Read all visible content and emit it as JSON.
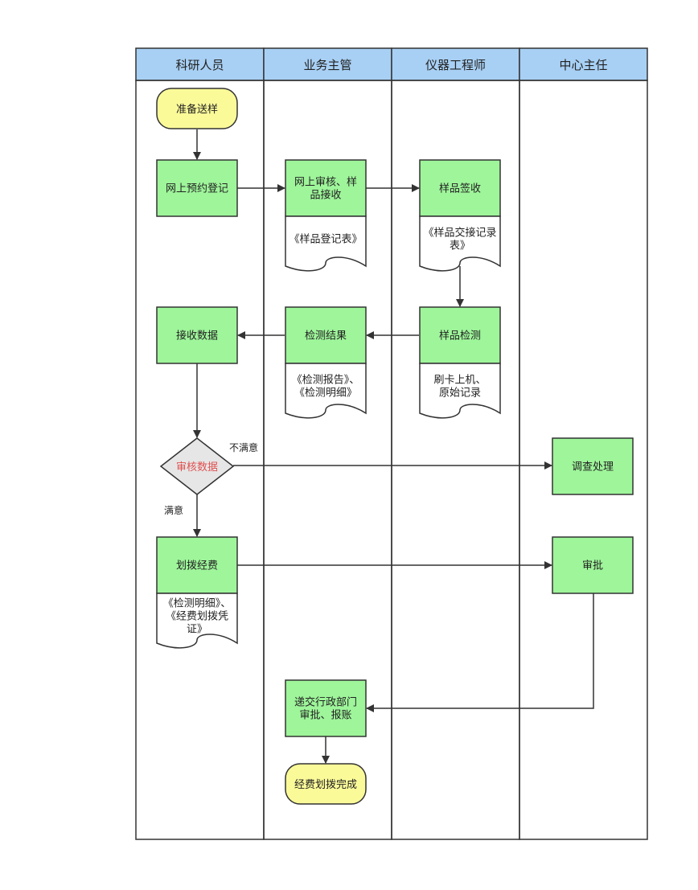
{
  "colors": {
    "lane_header": "#a8d0f4",
    "process": "#9ef59a",
    "terminal": "#fbfa99",
    "decision": "#e6e6e6",
    "decision_text": "#e05050",
    "stroke": "#333333",
    "document": "#ffffff"
  },
  "lanes": [
    "科研人员",
    "业务主管",
    "仪器工程师",
    "中心主任"
  ],
  "nodes": {
    "start": "准备送样",
    "register": [
      "网上预约登记"
    ],
    "review": [
      "网上审核、样",
      "品接收"
    ],
    "doc_register": [
      "《样品登记表》"
    ],
    "sign": [
      "样品签收"
    ],
    "doc_handover": [
      "《样品交接记录",
      "表》"
    ],
    "receive": [
      "接收数据"
    ],
    "result": [
      "检测结果"
    ],
    "doc_report": [
      "《检测报告》、",
      "《检测明细》"
    ],
    "test": [
      "样品检测"
    ],
    "doc_card": [
      "刷卡上机、",
      "原始记录"
    ],
    "check": "审核数据",
    "investigate": [
      "调查处理"
    ],
    "allocate": [
      "划拨经费"
    ],
    "doc_funds": [
      "《检测明细》、",
      "《经费划拨凭",
      "证》"
    ],
    "approve": [
      "审批"
    ],
    "submit": [
      "递交行政部门",
      "审批、报账"
    ],
    "end": "经费划拨完成"
  },
  "edge_labels": {
    "unsatisfied": "不满意",
    "satisfied": "满意"
  }
}
